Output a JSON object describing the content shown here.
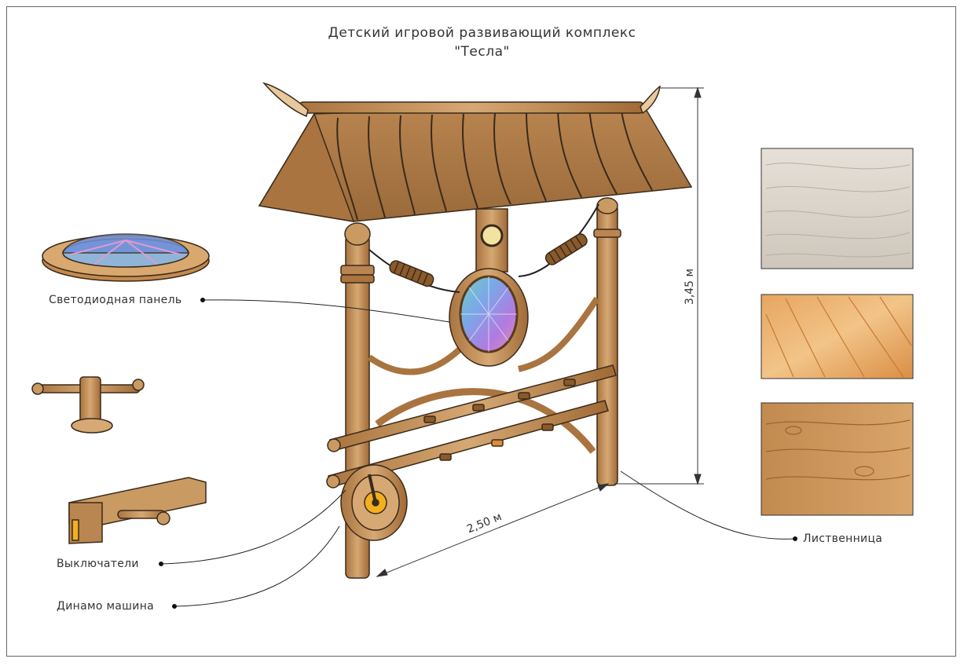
{
  "title": {
    "line1": "Детский игровой развивающий комплекс",
    "line2": "\"Тесла\""
  },
  "labels": {
    "led_panel": "Светодиодная панель",
    "switches": "Выключатели",
    "dynamo": "Динамо машина",
    "larch": "Лиственница",
    "height": "3,45 м",
    "width": "2,50 м"
  },
  "colors": {
    "wood": "#c99a62",
    "wood_dark": "#8a5a2b",
    "outline": "#3a2a1a"
  }
}
